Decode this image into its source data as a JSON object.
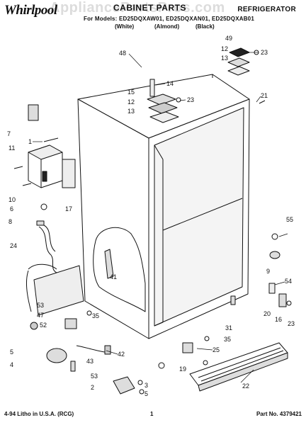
{
  "header": {
    "brand": "Whirlpool",
    "title": "CABINET PARTS",
    "category": "REFRIGERATOR",
    "models": "For Models: ED25DQXAW01, ED25DQXAN01, ED25DQXAB01",
    "colors": [
      "(White)",
      "(Almond)",
      "(Black)"
    ],
    "watermark": "AppliancePartsPros.com"
  },
  "footer": {
    "litho": "4-94 Litho in U.S.A. (RCG)",
    "page": "1",
    "part_no": "Part No. 4379421"
  },
  "callouts": [
    "1",
    "2",
    "3",
    "4",
    "5",
    "5",
    "6",
    "7",
    "8",
    "9",
    "10",
    "11",
    "12",
    "12",
    "13",
    "13",
    "14",
    "15",
    "16",
    "17",
    "19",
    "20",
    "21",
    "22",
    "23",
    "23",
    "23",
    "24",
    "25",
    "31",
    "35",
    "35",
    "41",
    "42",
    "43",
    "47",
    "48",
    "49",
    "52",
    "53",
    "53",
    "54",
    "55"
  ]
}
